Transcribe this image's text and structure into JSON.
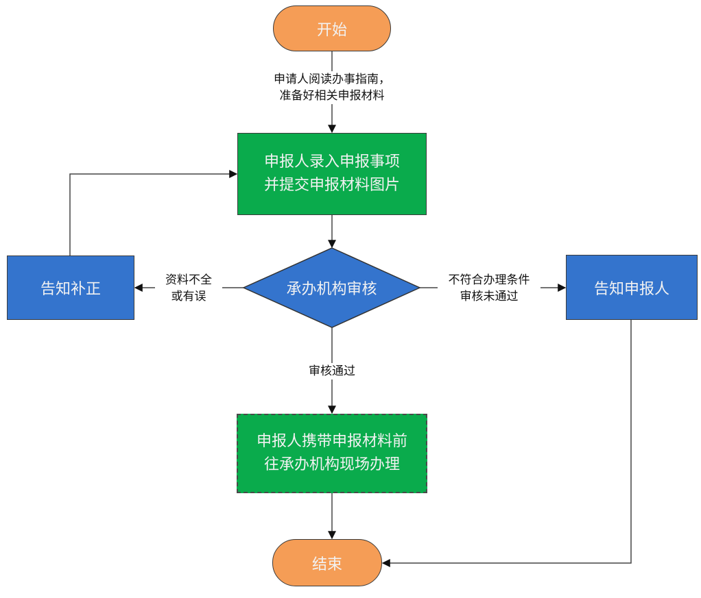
{
  "diagram": {
    "type": "flowchart",
    "nodes": {
      "start": {
        "label": "开始",
        "shape": "terminal"
      },
      "submit": {
        "label_line1": "申报人录入申报事项",
        "label_line2": "并提交申报材料图片",
        "shape": "process"
      },
      "review": {
        "label": "承办机构审核",
        "shape": "decision"
      },
      "correct": {
        "label": "告知补正",
        "shape": "process"
      },
      "notify": {
        "label": "告知申报人",
        "shape": "process"
      },
      "onsite": {
        "label_line1": "申报人携带申报材料前",
        "label_line2": "往承办机构现场办理",
        "shape": "process-dashed"
      },
      "end": {
        "label": "结束",
        "shape": "terminal"
      }
    },
    "edges": {
      "start_to_submit": {
        "label_line1": "申请人阅读办事指南，",
        "label_line2": "准备好相关申报材料"
      },
      "review_to_correct": {
        "label_line1": "资料不全",
        "label_line2": "或有误"
      },
      "review_to_notify": {
        "label_line1": "不符合办理条件",
        "label_line2": "审核未通过"
      },
      "review_to_onsite": {
        "label": "审核通过"
      }
    },
    "colors": {
      "terminal": "#f59d56",
      "process_green": "#0aab4c",
      "process_blue": "#3474cd",
      "line": "#333333"
    }
  }
}
